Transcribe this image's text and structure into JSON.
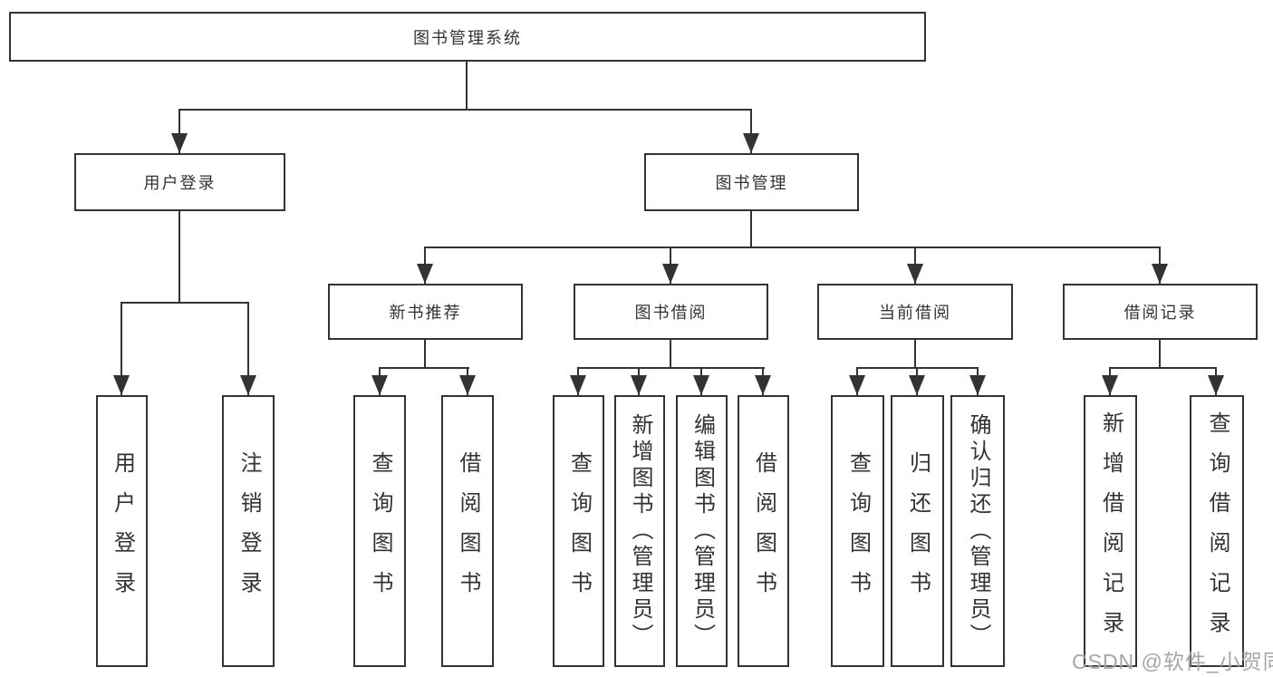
{
  "diagram": {
    "root": {
      "label": "图书管理系统"
    },
    "level2": [
      {
        "label": "用户登录"
      },
      {
        "label": "图书管理"
      }
    ],
    "level3": [
      {
        "label": "新书推荐",
        "parent": "图书管理"
      },
      {
        "label": "图书借阅",
        "parent": "图书管理"
      },
      {
        "label": "当前借阅",
        "parent": "图书管理"
      },
      {
        "label": "借阅记录",
        "parent": "图书管理"
      }
    ],
    "leaves": [
      {
        "parent": "用户登录",
        "label": "用户登录"
      },
      {
        "parent": "用户登录",
        "label": "注销登录"
      },
      {
        "parent": "新书推荐",
        "label": "查询图书"
      },
      {
        "parent": "新书推荐",
        "label": "借阅图书"
      },
      {
        "parent": "图书借阅",
        "label": "查询图书"
      },
      {
        "parent": "图书借阅",
        "label": "新增图书（管理员）"
      },
      {
        "parent": "图书借阅",
        "label": "编辑图书（管理员）"
      },
      {
        "parent": "图书借阅",
        "label": "借阅图书"
      },
      {
        "parent": "当前借阅",
        "label": "查询图书"
      },
      {
        "parent": "当前借阅",
        "label": "归还图书"
      },
      {
        "parent": "当前借阅",
        "label": "确认归还（管理员）"
      },
      {
        "parent": "借阅记录",
        "label": "新增借阅记录"
      },
      {
        "parent": "借阅记录",
        "label": "查询借阅记录"
      }
    ],
    "watermark": "CSDN @软件_小贺同学",
    "colors": {
      "line": "#333333",
      "box_border": "#333333",
      "box_fill": "#ffffff",
      "text": "#333333",
      "watermark": "#969696"
    }
  }
}
